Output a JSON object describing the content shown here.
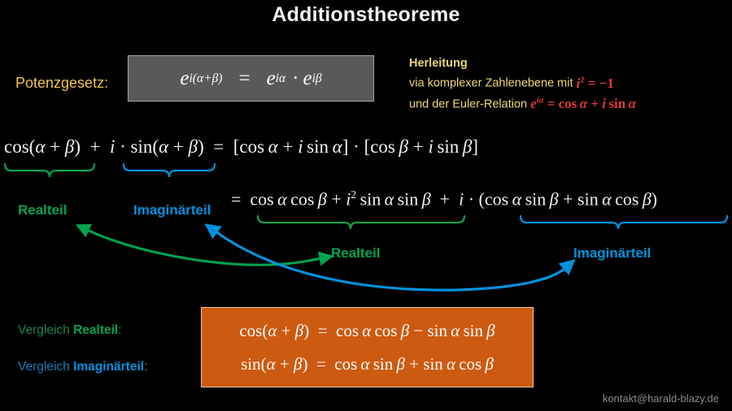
{
  "slide": {
    "title": "Additionstheoreme",
    "background_color": "#000000"
  },
  "colors": {
    "title_text": "#F2F2F2",
    "label_yellow": "#F0C64B",
    "herleitung_yellow": "#F0D878",
    "herleitung_math_red": "#E23B3B",
    "real_green": "#00A550",
    "imaginary_blue": "#0093DD",
    "result_box_fill": "#CC5A11",
    "result_box_border": "#F0C9A0",
    "power_box_fill": "#595959",
    "power_box_border": "#A6A6A6",
    "footer_gray": "#8C8C8C"
  },
  "power_law": {
    "label": "Potenzgesetz:",
    "formula_parts": {
      "lhs_base": "e",
      "lhs_exponent": "i(α+β)",
      "equals": "=",
      "rhs1_base": "e",
      "rhs1_exponent": "iα",
      "dot": "·",
      "rhs2_base": "e",
      "rhs2_exponent": "iβ"
    },
    "formula_plain": "e^{i(α+β)} = e^{iα} · e^{iβ}"
  },
  "herleitung": {
    "heading": "Herleitung",
    "line2_prefix": "via komplexer Zahlenebene mit",
    "line2_math": "i² = −1",
    "line3_prefix": "und der Euler-Relation",
    "line3_math": "e^{iα} = cos α + i sin α"
  },
  "derivation": {
    "line1": "cos(α + β) + i · sin(α + β) = [cos α + i sin α] · [cos β + i sin β]",
    "line2": "= cos α cos β + i² sin α sin β + i · (cos α sin β + sin α cos β)",
    "labels": {
      "real_top": "Realteil",
      "imaginary_top": "Imaginärteil",
      "real_bottom": "Realteil",
      "imaginary_bottom": "Imaginärteil"
    }
  },
  "comparison": {
    "real_prefix": "Vergleich ",
    "real_bold": "Realteil",
    "real_suffix": ":",
    "imaginary_prefix": "Vergleich ",
    "imaginary_bold": "Imaginärteil",
    "imaginary_suffix": ":"
  },
  "result": {
    "line1": "cos(α + β) = cos α cos β − sin α sin β",
    "line2": "sin(α + β) = cos α sin β + sin α cos β"
  },
  "footer": {
    "contact": "kontakt@harald-blazy.de"
  }
}
